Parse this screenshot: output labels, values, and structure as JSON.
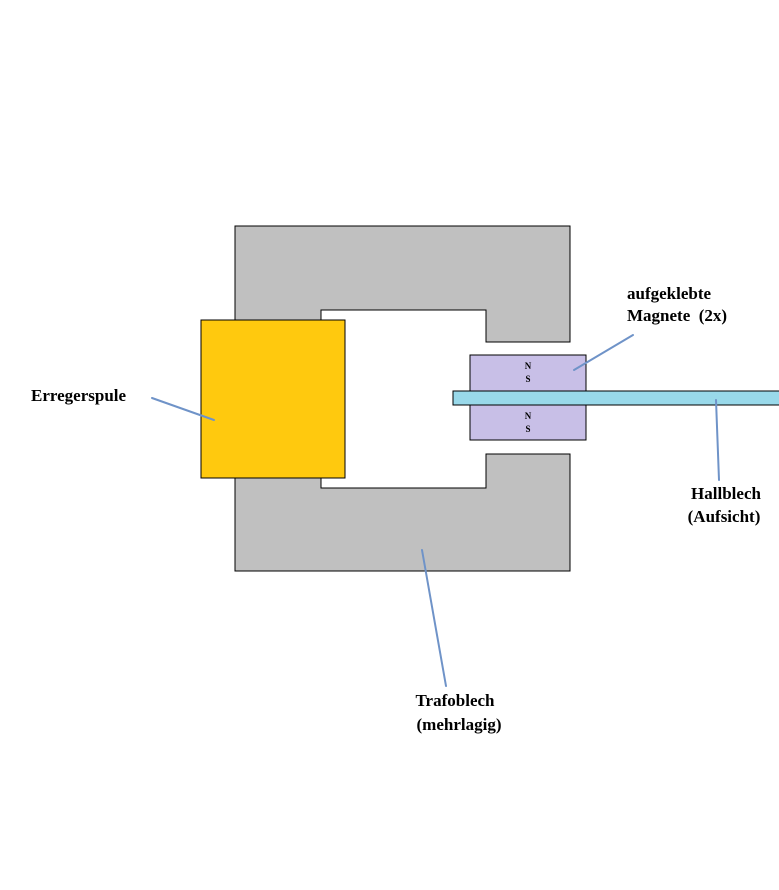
{
  "colors": {
    "core": "#c0c0c0",
    "coil": "#ffc90e",
    "magnet": "#c8bfe7",
    "hall_plate": "#99d9ea",
    "leader": "#6f93c8",
    "outline": "#000000"
  },
  "labels": {
    "coil": "Erregerspule",
    "magnets_line1": "aufgeklebte",
    "magnets_line2": "Magnete  (2x)",
    "hall_line1": "Hallblech",
    "hall_line2": "(Aufsicht)",
    "core_line1": "Trafoblech",
    "core_line2": "(mehrlagig)"
  },
  "magnets": [
    {
      "north": "N",
      "south": "S"
    },
    {
      "north": "N",
      "south": "S"
    }
  ]
}
